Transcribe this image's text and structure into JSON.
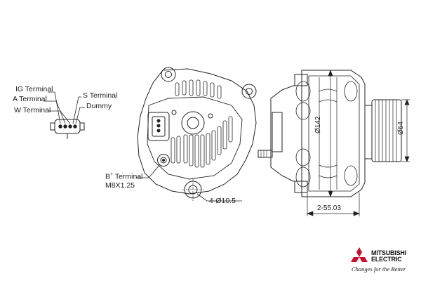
{
  "connector_labels": {
    "ig_terminal": "IG Terminal",
    "a_terminal": "A Terminal",
    "w_terminal": "W Terminal",
    "s_terminal": "S Terminal",
    "dummy": "Dummy"
  },
  "b_terminal": {
    "label_main": "B",
    "label_sup": "+",
    "label_rest": " Terminal",
    "thread": "M8X1.25"
  },
  "mounting_holes": "4-Ø10.5",
  "dimensions": {
    "body_diameter": "Ø142",
    "pulley_diameter": "Ø64",
    "offset": "2-55.03"
  },
  "brand": {
    "line1": "MITSUBISHI",
    "line2": "ELECTRIC",
    "tagline": "Changes for the Better",
    "logo_color": "#c8102e"
  },
  "colors": {
    "line": "#222222",
    "background": "#ffffff"
  }
}
